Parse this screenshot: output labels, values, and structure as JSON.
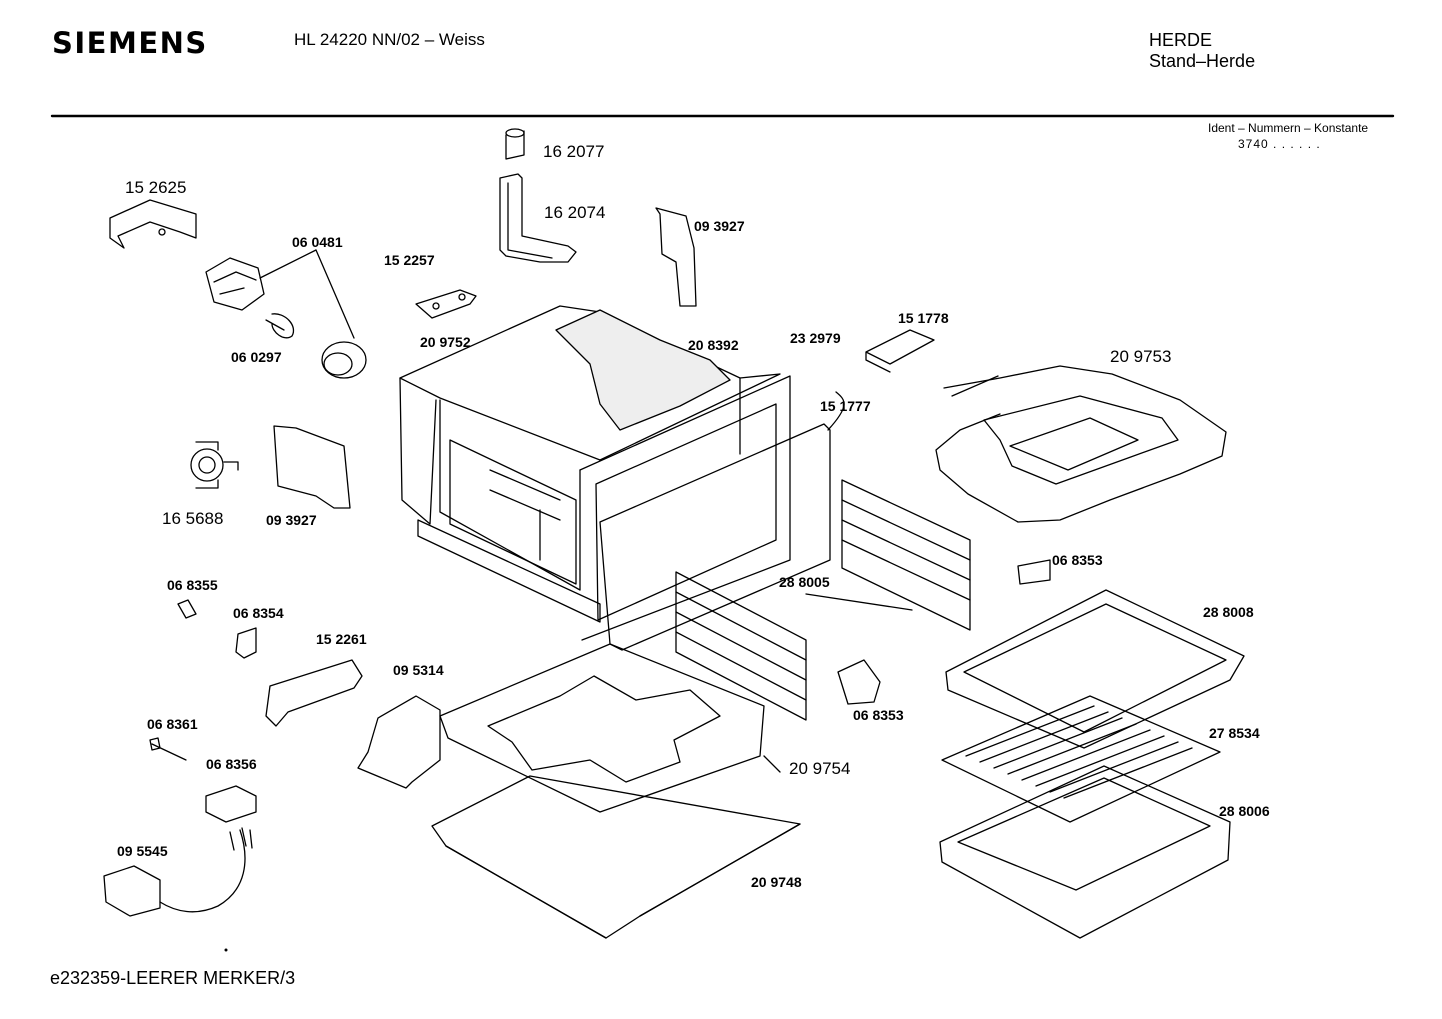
{
  "header": {
    "brand": "SIEMENS",
    "model": "HL 24220 NN/02 – Weiss",
    "category_main": "HERDE",
    "category_sub": "Stand–Herde",
    "ident_label": "Ident – Nummern – Konstante",
    "ident_value": "3740  .  .   . . . ."
  },
  "footer": {
    "reference": "e232359-LEERER MERKER/3"
  },
  "parts": {
    "p162077": "16 2077",
    "p162074": "16 2074",
    "p152625": "15 2625",
    "p060481": "06 0481",
    "p152257": "15 2257",
    "p093927a": "09 3927",
    "p209752": "20 9752",
    "p060297": "06 0297",
    "p208392": "20 8392",
    "p232979": "23 2979",
    "p151778": "15 1778",
    "p209753": "20 9753",
    "p151777": "15 1777",
    "p165688": "16 5688",
    "p093927b": "09 3927",
    "p068353a": "06 8353",
    "p068355": "06 8355",
    "p288005": "28 8005",
    "p288008": "28 8008",
    "p068354": "06 8354",
    "p152261": "15 2261",
    "p095314": "09 5314",
    "p068353b": "06 8353",
    "p068361": "06 8361",
    "p278534": "27 8534",
    "p209754": "20 9754",
    "p068356": "06 8356",
    "p288006": "28 8006",
    "p095545": "09 5545",
    "p209748": "20 9748"
  }
}
